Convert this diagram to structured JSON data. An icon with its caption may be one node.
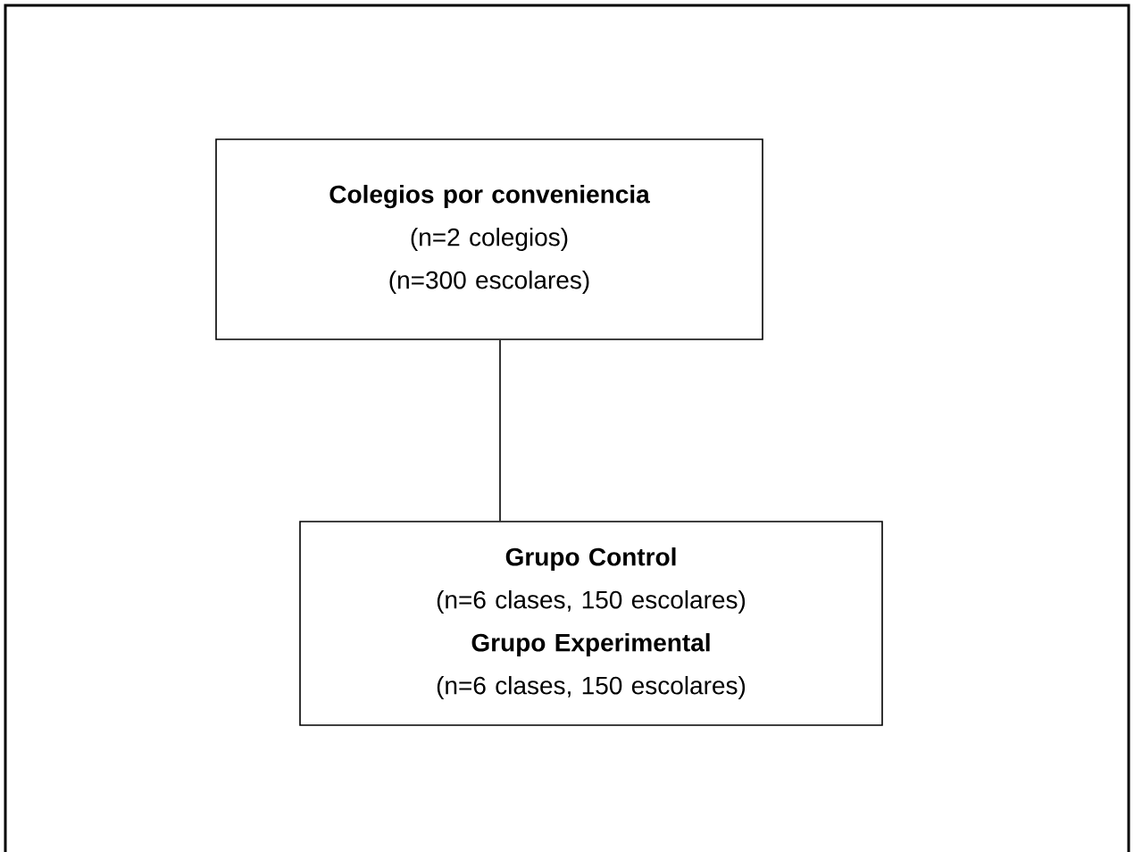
{
  "diagram": {
    "nodes": [
      {
        "text": [
          "Colegios por conveniencia",
          "(n=2 colegios)",
          "(n=300 escolares)"
        ]
      },
      {
        "text": [
          "Grupo Control",
          "(n=6 clases, 150 escolares)",
          "Grupo Experimental",
          "(n=6 clases, 150 escolares)"
        ]
      }
    ],
    "edges": [
      {
        "from": 0,
        "to": 1,
        "arrow": "none"
      }
    ]
  }
}
